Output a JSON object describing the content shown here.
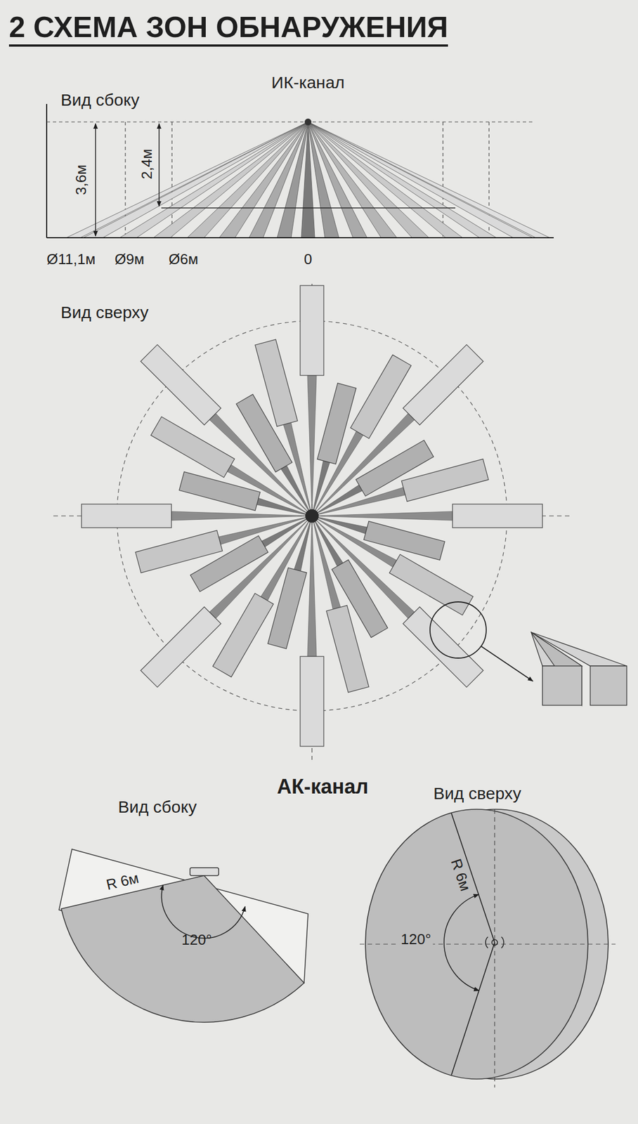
{
  "diagram": {
    "title": "2 СХЕМА ЗОН ОБНАРУЖЕНИЯ",
    "labels": [
      "ИК-канал",
      "Вид сбоку",
      "3,6м",
      "2,4м",
      "Ø11,1м",
      "Ø9м",
      "Ø6м",
      "0",
      "Вид сверху",
      "АК-канал",
      "Вид сбоку",
      "R 6м",
      "120°",
      "Вид сверху",
      "R 6м",
      "120°"
    ]
  }
}
